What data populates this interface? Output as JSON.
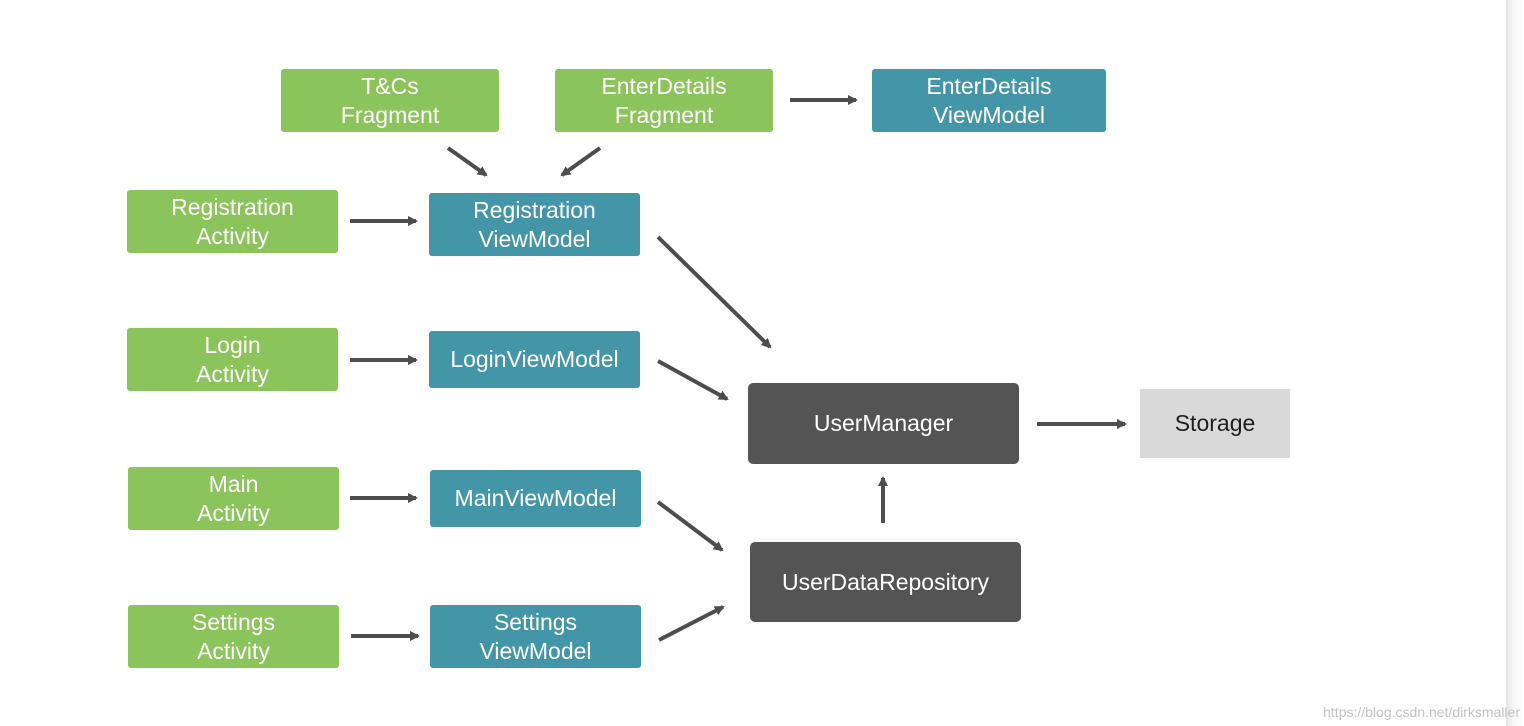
{
  "nodes": {
    "tcs_fragment": "T&Cs\nFragment",
    "enterdetails_fragment": "EnterDetails\nFragment",
    "enterdetails_viewmodel": "EnterDetails\nViewModel",
    "registration_activity": "Registration\nActivity",
    "registration_viewmodel": "Registration\nViewModel",
    "login_activity": "Login\nActivity",
    "login_viewmodel": "LoginViewModel",
    "main_activity": "Main\nActivity",
    "main_viewmodel": "MainViewModel",
    "settings_activity": "Settings\nActivity",
    "settings_viewmodel": "Settings\nViewModel",
    "user_manager": "UserManager",
    "user_data_repository": "UserDataRepository",
    "storage": "Storage"
  },
  "edges": [
    {
      "from": "tcs_fragment",
      "to": "registration_viewmodel"
    },
    {
      "from": "enterdetails_fragment",
      "to": "registration_viewmodel"
    },
    {
      "from": "enterdetails_fragment",
      "to": "enterdetails_viewmodel"
    },
    {
      "from": "registration_activity",
      "to": "registration_viewmodel"
    },
    {
      "from": "login_activity",
      "to": "login_viewmodel"
    },
    {
      "from": "main_activity",
      "to": "main_viewmodel"
    },
    {
      "from": "settings_activity",
      "to": "settings_viewmodel"
    },
    {
      "from": "registration_viewmodel",
      "to": "user_manager"
    },
    {
      "from": "login_viewmodel",
      "to": "user_manager"
    },
    {
      "from": "main_viewmodel",
      "to": "user_data_repository"
    },
    {
      "from": "settings_viewmodel",
      "to": "user_data_repository"
    },
    {
      "from": "user_data_repository",
      "to": "user_manager"
    },
    {
      "from": "user_manager",
      "to": "storage"
    }
  ],
  "colors": {
    "activity_fragment": "#8bc45a",
    "viewmodel": "#4396a8",
    "manager": "#545454",
    "storage": "#d9d9d9",
    "arrow": "#4d4d4d"
  },
  "watermark": "https://blog.csdn.net/dirksmaller"
}
